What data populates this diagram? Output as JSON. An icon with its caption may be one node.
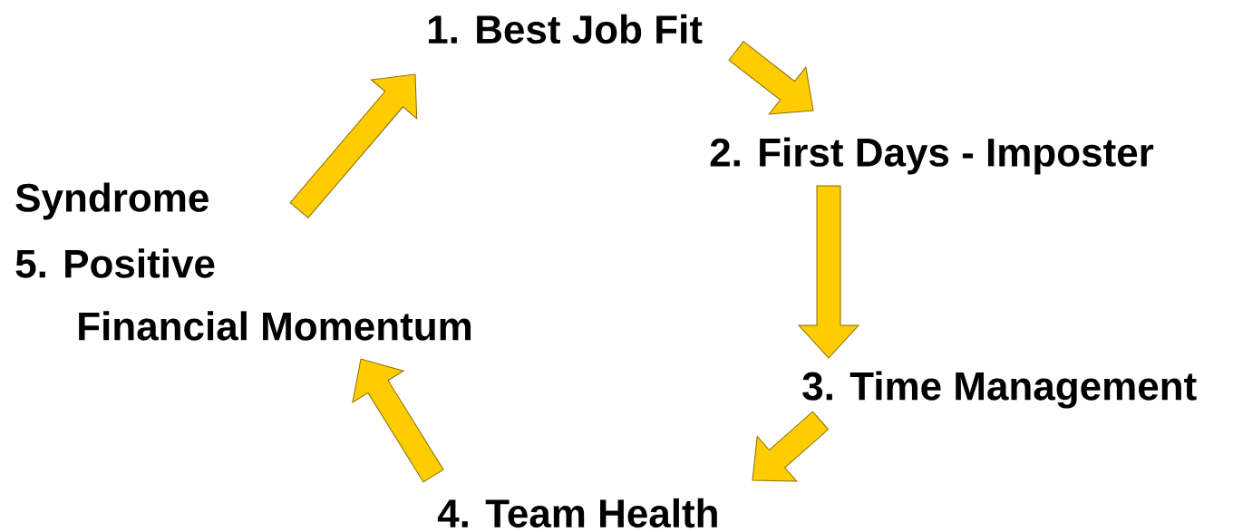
{
  "diagram": {
    "nodes": [
      {
        "text": [
          "1. Best Job Fit"
        ]
      },
      {
        "text": [
          "2. First Days - Imposter"
        ]
      },
      {
        "text": [
          "3. Time Management"
        ]
      },
      {
        "text": [
          "4. Team Health"
        ]
      },
      {
        "text": [
          "5. Positive Financial Momentum"
        ]
      }
    ],
    "edges": [
      {
        "from": 4,
        "to": 0,
        "arrow": "to"
      },
      {
        "from": 0,
        "to": 1,
        "arrow": "to"
      },
      {
        "from": 1,
        "to": 2,
        "arrow": "to"
      },
      {
        "from": 2,
        "to": 3,
        "arrow": "to"
      },
      {
        "from": 3,
        "to": 4,
        "arrow": "to"
      }
    ],
    "labels": [
      "Syndrome"
    ]
  }
}
